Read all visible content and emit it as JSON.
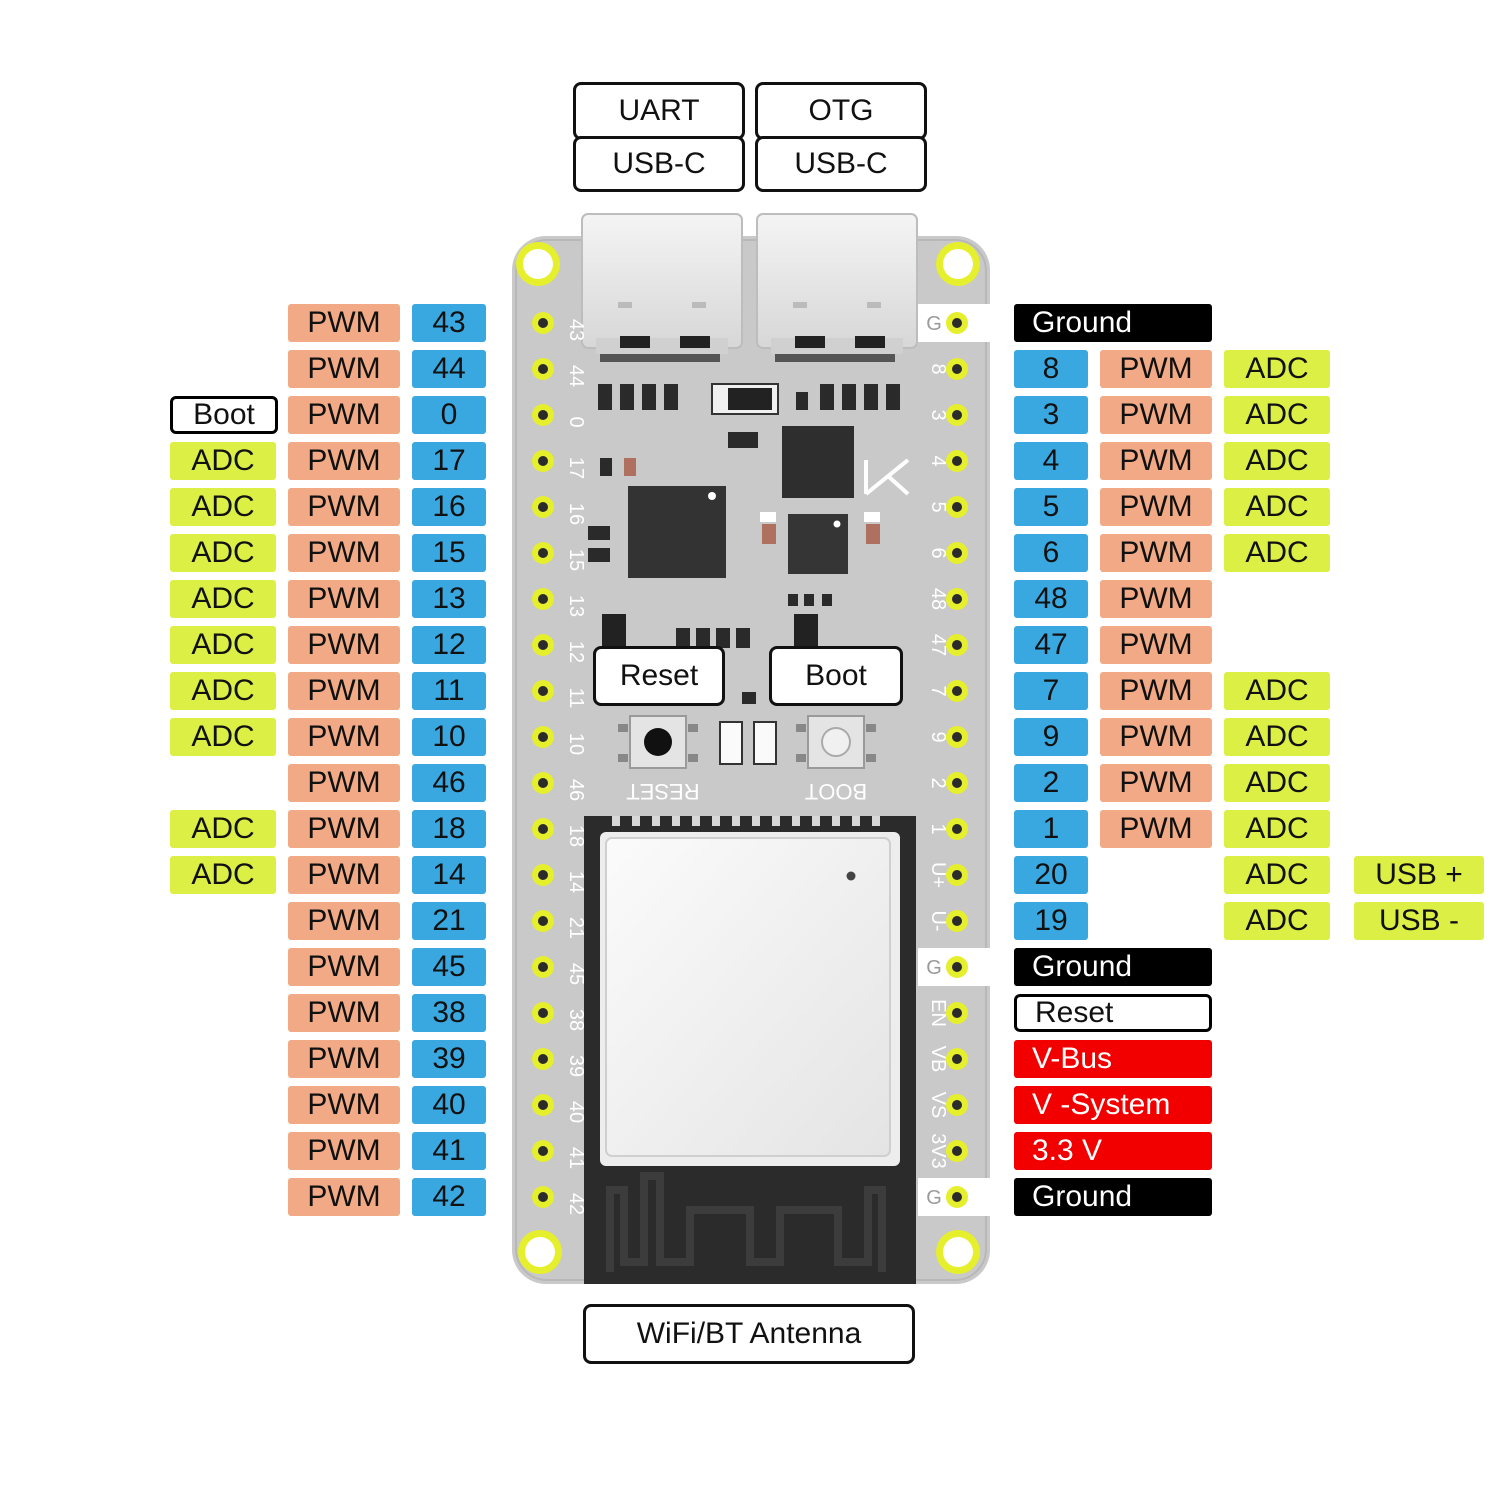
{
  "connectors": [
    {
      "label": "UART",
      "type": "USB-C"
    },
    {
      "label": "OTG",
      "type": "USB-C"
    }
  ],
  "buttons": {
    "reset": "Reset",
    "boot": "Boot"
  },
  "silkscreen": {
    "reset": "RESET",
    "boot": "BOOT"
  },
  "antenna": "WiFi/BT Antenna",
  "left_pins": [
    {
      "gpio": "43",
      "pwm": "PWM",
      "extra": ""
    },
    {
      "gpio": "44",
      "pwm": "PWM",
      "extra": ""
    },
    {
      "gpio": "0",
      "pwm": "PWM",
      "extra": "Boot"
    },
    {
      "gpio": "17",
      "pwm": "PWM",
      "extra": "ADC"
    },
    {
      "gpio": "16",
      "pwm": "PWM",
      "extra": "ADC"
    },
    {
      "gpio": "15",
      "pwm": "PWM",
      "extra": "ADC"
    },
    {
      "gpio": "13",
      "pwm": "PWM",
      "extra": "ADC"
    },
    {
      "gpio": "12",
      "pwm": "PWM",
      "extra": "ADC"
    },
    {
      "gpio": "11",
      "pwm": "PWM",
      "extra": "ADC"
    },
    {
      "gpio": "10",
      "pwm": "PWM",
      "extra": "ADC"
    },
    {
      "gpio": "46",
      "pwm": "PWM",
      "extra": ""
    },
    {
      "gpio": "18",
      "pwm": "PWM",
      "extra": "ADC"
    },
    {
      "gpio": "14",
      "pwm": "PWM",
      "extra": "ADC"
    },
    {
      "gpio": "21",
      "pwm": "PWM",
      "extra": ""
    },
    {
      "gpio": "45",
      "pwm": "PWM",
      "extra": ""
    },
    {
      "gpio": "38",
      "pwm": "PWM",
      "extra": ""
    },
    {
      "gpio": "39",
      "pwm": "PWM",
      "extra": ""
    },
    {
      "gpio": "40",
      "pwm": "PWM",
      "extra": ""
    },
    {
      "gpio": "41",
      "pwm": "PWM",
      "extra": ""
    },
    {
      "gpio": "42",
      "pwm": "PWM",
      "extra": ""
    }
  ],
  "right_pins": [
    {
      "silk": "G",
      "gpio": "",
      "pwm": "",
      "adc": "",
      "usb": "",
      "power": "Ground",
      "power_kind": "ground"
    },
    {
      "silk": "8",
      "gpio": "8",
      "pwm": "PWM",
      "adc": "ADC",
      "usb": "",
      "power": "",
      "power_kind": ""
    },
    {
      "silk": "3",
      "gpio": "3",
      "pwm": "PWM",
      "adc": "ADC",
      "usb": "",
      "power": "",
      "power_kind": ""
    },
    {
      "silk": "4",
      "gpio": "4",
      "pwm": "PWM",
      "adc": "ADC",
      "usb": "",
      "power": "",
      "power_kind": ""
    },
    {
      "silk": "5",
      "gpio": "5",
      "pwm": "PWM",
      "adc": "ADC",
      "usb": "",
      "power": "",
      "power_kind": ""
    },
    {
      "silk": "6",
      "gpio": "6",
      "pwm": "PWM",
      "adc": "ADC",
      "usb": "",
      "power": "",
      "power_kind": ""
    },
    {
      "silk": "48",
      "gpio": "48",
      "pwm": "PWM",
      "adc": "",
      "usb": "",
      "power": "",
      "power_kind": ""
    },
    {
      "silk": "47",
      "gpio": "47",
      "pwm": "PWM",
      "adc": "",
      "usb": "",
      "power": "",
      "power_kind": ""
    },
    {
      "silk": "7",
      "gpio": "7",
      "pwm": "PWM",
      "adc": "ADC",
      "usb": "",
      "power": "",
      "power_kind": ""
    },
    {
      "silk": "9",
      "gpio": "9",
      "pwm": "PWM",
      "adc": "ADC",
      "usb": "",
      "power": "",
      "power_kind": ""
    },
    {
      "silk": "2",
      "gpio": "2",
      "pwm": "PWM",
      "adc": "ADC",
      "usb": "",
      "power": "",
      "power_kind": ""
    },
    {
      "silk": "1",
      "gpio": "1",
      "pwm": "PWM",
      "adc": "ADC",
      "usb": "",
      "power": "",
      "power_kind": ""
    },
    {
      "silk": "U+",
      "gpio": "20",
      "pwm": "",
      "adc": "ADC",
      "usb": "USB +",
      "power": "",
      "power_kind": ""
    },
    {
      "silk": "U-",
      "gpio": "19",
      "pwm": "",
      "adc": "ADC",
      "usb": "USB -",
      "power": "",
      "power_kind": ""
    },
    {
      "silk": "G",
      "gpio": "",
      "pwm": "",
      "adc": "",
      "usb": "",
      "power": "Ground",
      "power_kind": "ground"
    },
    {
      "silk": "EN",
      "gpio": "",
      "pwm": "",
      "adc": "",
      "usb": "",
      "power": "Reset",
      "power_kind": "reset"
    },
    {
      "silk": "VB",
      "gpio": "",
      "pwm": "",
      "adc": "",
      "usb": "",
      "power": "V-Bus",
      "power_kind": "power"
    },
    {
      "silk": "VS",
      "gpio": "",
      "pwm": "",
      "adc": "",
      "usb": "",
      "power": "V -System",
      "power_kind": "power"
    },
    {
      "silk": "3V3",
      "gpio": "",
      "pwm": "",
      "adc": "",
      "usb": "",
      "power": "3.3 V",
      "power_kind": "power"
    },
    {
      "silk": "G",
      "gpio": "",
      "pwm": "",
      "adc": "",
      "usb": "",
      "power": "Ground",
      "power_kind": "ground"
    }
  ],
  "colors": {
    "pwm": "#f2aa86",
    "gpio": "#3aa8e0",
    "adc": "#dcef45",
    "ground": "#000000",
    "power": "#f20000",
    "board": "#c9c9c9",
    "mount_ring": "#e6ef2c"
  }
}
